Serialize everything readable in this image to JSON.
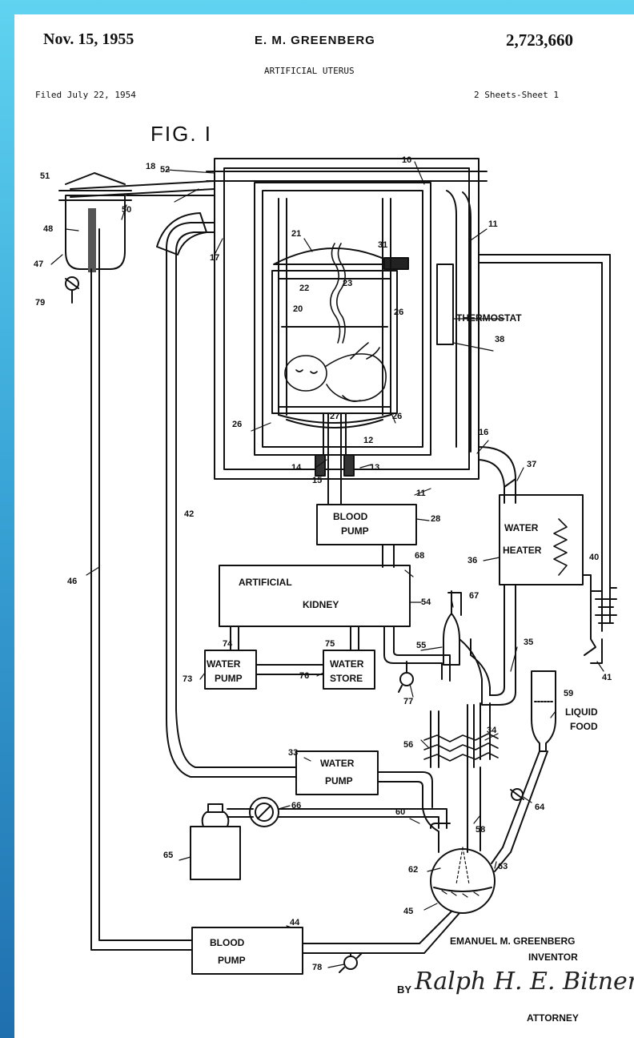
{
  "header": {
    "date": "Nov. 15, 1955",
    "inventor_name": "E. M. GREENBERG",
    "patent_number": "2,723,660",
    "title": "ARTIFICIAL UTERUS",
    "filed": "Filed July 22, 1954",
    "sheets": "2 Sheets-Sheet 1"
  },
  "figure": {
    "fig_label": "FIG. I",
    "labels": {
      "blood_pump_top_1": "BLOOD",
      "blood_pump_top_2": "PUMP",
      "thermostat": "THERMOSTAT",
      "water_heater_1": "WATER",
      "water_heater_2": "HEATER",
      "kidney_1": "ARTIFICIAL",
      "kidney_2": "KIDNEY",
      "water_pump_left_1": "WATER",
      "water_pump_left_2": "PUMP",
      "water_store_1": "WATER",
      "water_store_2": "STORE",
      "liquid_food_1": "LIQUID",
      "liquid_food_2": "FOOD",
      "water_pump_mid_1": "WATER",
      "water_pump_mid_2": "PUMP",
      "blood_pump_bottom_1": "BLOOD",
      "blood_pump_bottom_2": "PUMP"
    },
    "refs": {
      "r18": "18",
      "r10": "10",
      "r51": "51",
      "r52": "52",
      "r50": "50",
      "r48": "48",
      "r11a": "11",
      "r21": "21",
      "r31": "31",
      "r17": "17",
      "r47": "47",
      "r79": "79",
      "r22": "22",
      "r23": "23",
      "r20": "20",
      "r26a": "26",
      "r38": "38",
      "r26b": "26",
      "r26c": "26",
      "r27": "27",
      "r12": "12",
      "r16": "16",
      "r37": "37",
      "r14": "14",
      "r13": "13",
      "r15": "15",
      "r11b": "11",
      "r42": "42",
      "r28": "28",
      "r68": "68",
      "r36": "36",
      "r40": "40",
      "r46": "46",
      "r54": "54",
      "r67": "67",
      "r74": "74",
      "r75": "75",
      "r55": "55",
      "r35": "35",
      "r73": "73",
      "r76": "76",
      "r77": "77",
      "r41": "41",
      "r59": "59",
      "r34": "34",
      "r56": "56",
      "r33": "33",
      "r64": "64",
      "r66": "66",
      "r60": "60",
      "r58": "58",
      "r65": "65",
      "r62": "62",
      "r63": "63",
      "r45": "45",
      "r44": "44",
      "r78": "78"
    }
  },
  "footer": {
    "inventor": "EMANUEL M. GREENBERG",
    "inventor_role": "INVENTOR",
    "by": "BY",
    "signature": "Ralph H. E. Bitner",
    "attorney": "ATTORNEY"
  }
}
